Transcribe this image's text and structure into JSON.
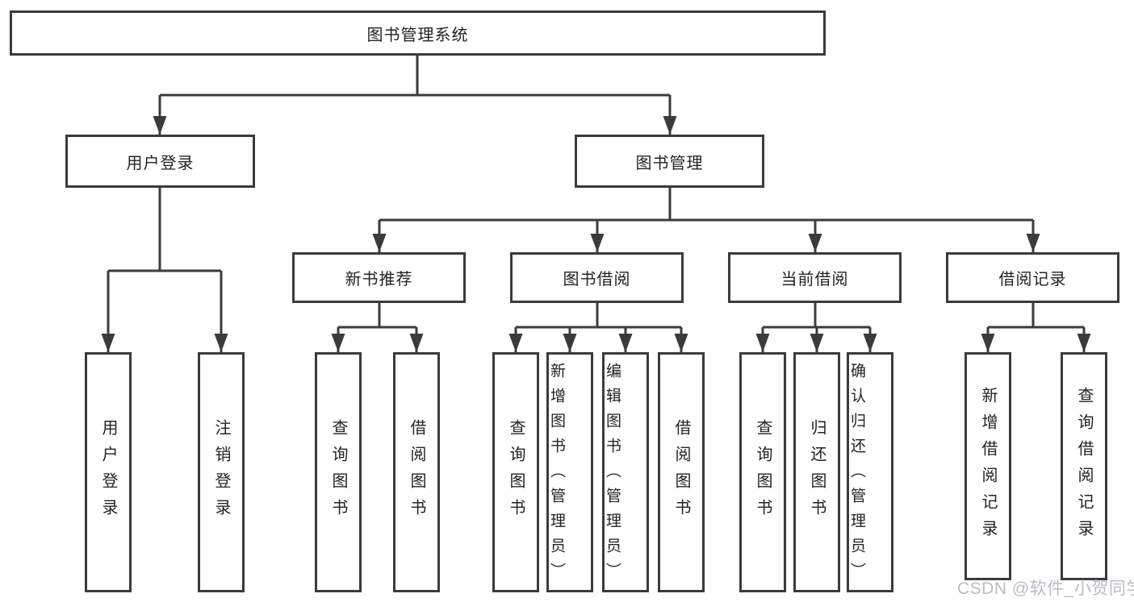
{
  "tree": {
    "root": "图书管理系统",
    "branches": [
      {
        "label": "用户登录",
        "children": [
          "用户登录",
          "注销登录"
        ]
      },
      {
        "label": "图书管理",
        "sections": [
          {
            "label": "新书推荐",
            "children": [
              "查询图书",
              "借阅图书"
            ]
          },
          {
            "label": "图书借阅",
            "children": [
              "查询图书",
              "新增图书（管理员）",
              "编辑图书（管理员）",
              "借阅图书"
            ]
          },
          {
            "label": "当前借阅",
            "children": [
              "查询图书",
              "归还图书",
              "确认归还（管理员）"
            ]
          },
          {
            "label": "借阅记录",
            "children": [
              "新增借阅记录",
              "查询借阅记录"
            ]
          }
        ]
      }
    ]
  },
  "watermark": {
    "text": "CSDN @软件_小贺同学"
  },
  "colors": {
    "line": "#3b3b3b",
    "text": "#232323",
    "background": "#ffffff",
    "watermark": "#b9bdc2"
  }
}
